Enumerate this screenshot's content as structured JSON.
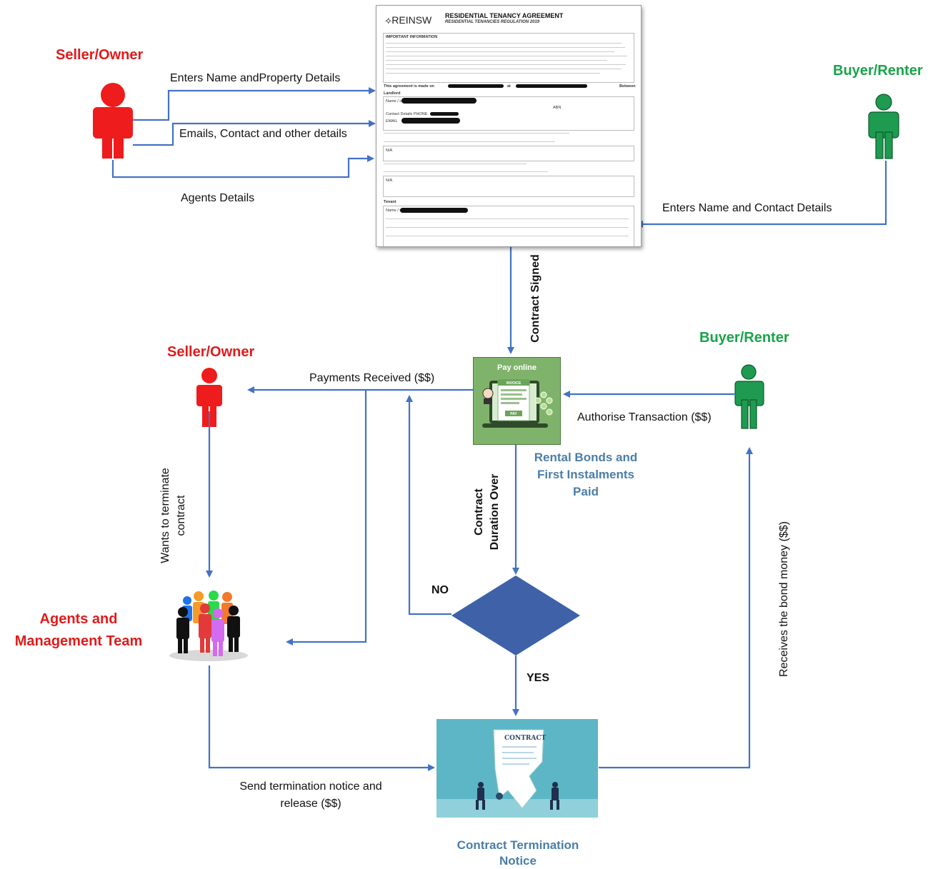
{
  "actors": {
    "seller_top": "Seller/Owner",
    "buyer_top": "Buyer/Renter",
    "seller_mid": "Seller/Owner",
    "buyer_mid": "Buyer/Renter",
    "agents_line1": "Agents and",
    "agents_line2": "Management Team"
  },
  "document": {
    "logo": "REINSW",
    "title": "RESIDENTIAL TENANCY AGREEMENT",
    "subtitle": "RESIDENTIAL TENANCIES REGULATION 2019",
    "important": "IMPORTANT INFORMATION",
    "made_on": "This agreement is made on",
    "at": "at",
    "between": "Between",
    "landlord": "Landlord",
    "name": "Name / s",
    "abn": "ABN",
    "contact": "Contact Details  PHONE",
    "email": "EMAIL",
    "na1": "N/A",
    "na2": "N/A",
    "tenant": "Tenant",
    "tenant_name": "Name / s"
  },
  "payment": {
    "title": "Pay online",
    "invoice": "INVOICE",
    "pay": "PAY"
  },
  "contract_image": {
    "title": "CONTRACT"
  },
  "labels": {
    "enters_property": "Enters Name andProperty Details",
    "emails_contact": "Emails, Contact and other details",
    "agents_details": "Agents Details",
    "enters_contact": "Enters Name and Contact Details",
    "contract_signed": "Contract Signed",
    "payments_received": "Payments Received ($$)",
    "authorise": "Authorise Transaction ($$)",
    "bonds_line1": "Rental Bonds and",
    "bonds_line2": "First Instalments",
    "bonds_line3": "Paid",
    "duration_line1": "Contract",
    "duration_line2": "Duration Over",
    "no": "NO",
    "yes": "YES",
    "terminate_line1": "Wants to terminate",
    "terminate_line2": "contract",
    "receives_bond": "Receives the bond money ($$)",
    "send_notice_line1": "Send termination notice and",
    "send_notice_line2": "release ($$)",
    "termination_line1": "Contract Termination",
    "termination_line2": "Notice"
  },
  "colors": {
    "arrow": "#4472c4",
    "seller": "#e01b1b",
    "buyer": "#1a9a4a",
    "diamond": "#3e61a8",
    "accent_text": "#4a7ea8"
  }
}
